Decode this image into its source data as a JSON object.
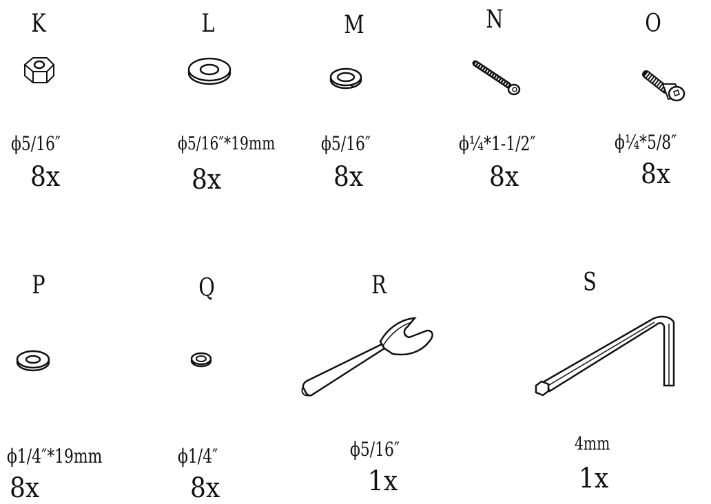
{
  "parts": [
    {
      "letter": "K",
      "spec": "ϕ5/16″",
      "qty": "8x",
      "icon": "hex-nut-icon"
    },
    {
      "letter": "L",
      "spec": "ϕ5/16″*19mm",
      "qty": "8x",
      "icon": "flat-washer-icon"
    },
    {
      "letter": "M",
      "spec": "ϕ5/16″",
      "qty": "8x",
      "icon": "spring-washer-icon"
    },
    {
      "letter": "N",
      "spec": "ϕ¼*1-1/2″",
      "qty": "8x",
      "icon": "bolt-icon"
    },
    {
      "letter": "O",
      "spec": "ϕ¼*5/8″",
      "qty": "8x",
      "icon": "countersunk-screw-icon"
    },
    {
      "letter": "P",
      "spec": "ϕ1/4″*19mm",
      "qty": "8x",
      "icon": "flat-washer-small-icon"
    },
    {
      "letter": "Q",
      "spec": "ϕ1/4″",
      "qty": "8x",
      "icon": "spring-washer-small-icon"
    },
    {
      "letter": "R",
      "spec": "ϕ5/16″",
      "qty": "1x",
      "icon": "wrench-icon"
    },
    {
      "letter": "S",
      "spec": "4mm",
      "qty": "1x",
      "icon": "allen-key-icon"
    }
  ]
}
